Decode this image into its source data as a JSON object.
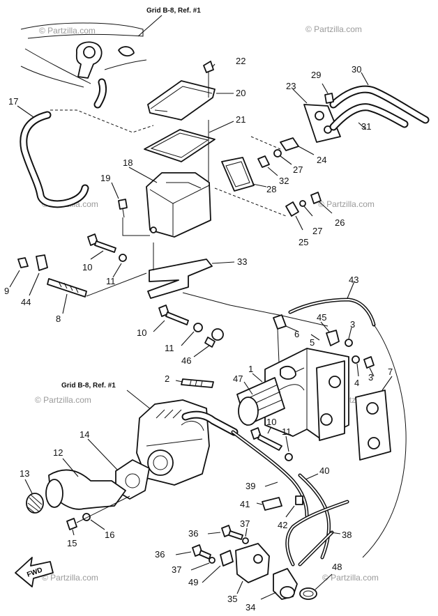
{
  "watermark": "© Partzilla.com",
  "grid_refs": {
    "top": "Grid B-8, Ref. #1",
    "middle": "Grid B-8, Ref. #1"
  },
  "fwd_label": "FWD",
  "callouts": {
    "c1": "1",
    "c2": "2",
    "c3a": "3",
    "c3b": "3",
    "c4": "4",
    "c5": "5",
    "c6": "6",
    "c7": "7",
    "c8": "8",
    "c9": "9",
    "c10a": "10",
    "c10b": "10",
    "c10c": "10",
    "c11a": "11",
    "c11b": "11",
    "c11c": "11",
    "c12": "12",
    "c13": "13",
    "c14": "14",
    "c15": "15",
    "c16": "16",
    "c17": "17",
    "c18": "18",
    "c19": "19",
    "c20": "20",
    "c21": "21",
    "c22": "22",
    "c23": "23",
    "c24": "24",
    "c25": "25",
    "c26": "26",
    "c27a": "27",
    "c27b": "27",
    "c28": "28",
    "c29": "29",
    "c30": "30",
    "c31": "31",
    "c32": "32",
    "c33": "33",
    "c34": "34",
    "c35": "35",
    "c36a": "36",
    "c36b": "36",
    "c37a": "37",
    "c37b": "37",
    "c38": "38",
    "c39": "39",
    "c40": "40",
    "c41": "41",
    "c42": "42",
    "c43": "43",
    "c44": "44",
    "c45": "45",
    "c46": "46",
    "c47": "47",
    "c48": "48",
    "c49": "49"
  }
}
